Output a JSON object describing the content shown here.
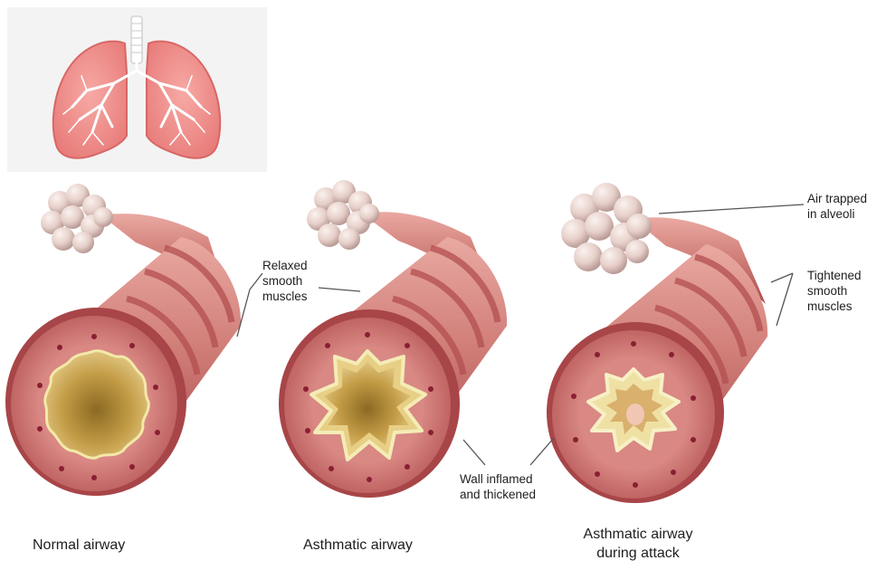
{
  "labels": {
    "relaxed_muscles": "Relaxed\nsmooth\nmuscles",
    "air_trapped": "Air trapped\nin alveoli",
    "tightened_muscles": "Tightened\nsmooth\nmuscles",
    "wall_inflamed": "Wall inflamed\nand thickened",
    "normal_airway": "Normal airway",
    "asthmatic_airway": "Asthmatic airway",
    "asthmatic_attack": "Asthmatic airway\nduring attack"
  },
  "colors": {
    "lung": "#ee8a8a",
    "lung_edge": "#d56565",
    "lung_panel": "#f4f4f4",
    "airway_wall": "#cf6f6c",
    "airway_ring": "#b9504f",
    "airway_dark": "#9b3b3e",
    "lumen": "#c8a24c",
    "lumen_light": "#e9d39a",
    "mucosa_edge": "#f3e9b0",
    "alveoli": "#e6cfc9",
    "leader_line": "#555555"
  },
  "icons": [
    "lungs-icon"
  ]
}
